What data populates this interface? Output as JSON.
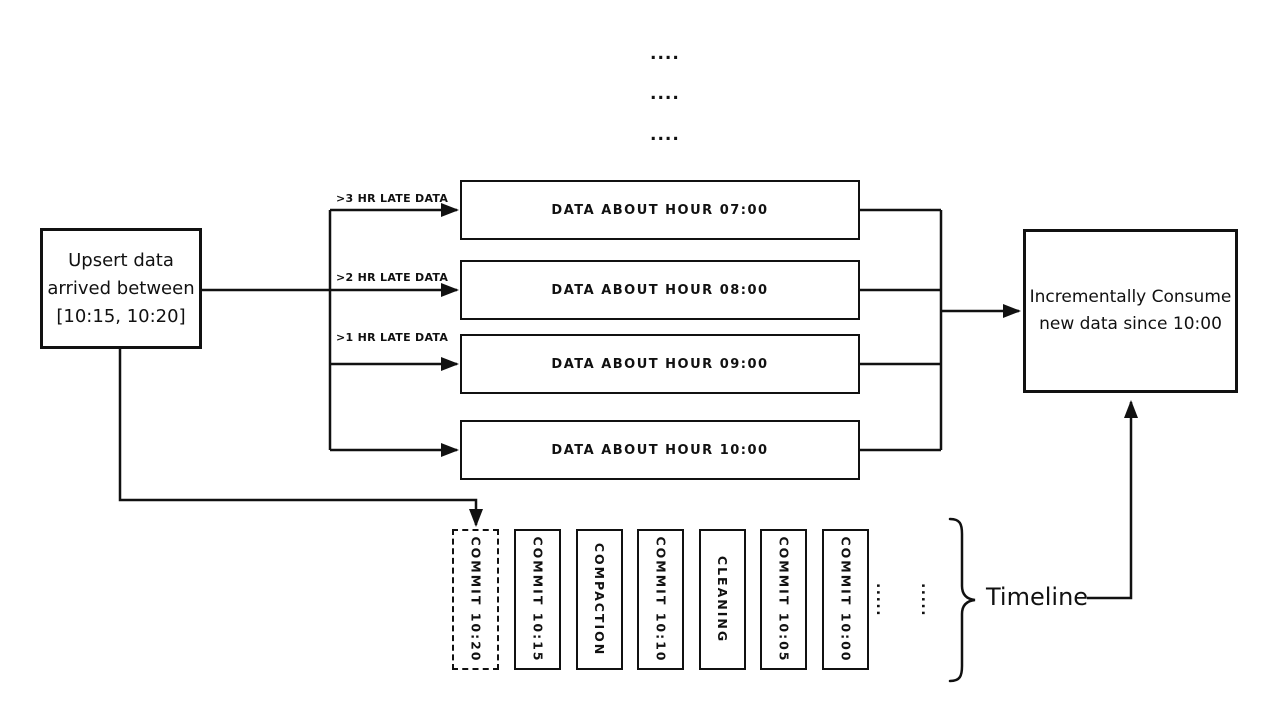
{
  "diagram": {
    "title_hint": "Incremental data consumption with commit timeline",
    "colors": {
      "ink": "#111111",
      "background": "#ffffff"
    },
    "top_ellipsis": {
      "row1": "....",
      "row2": "....",
      "row3": "...."
    },
    "upsert_box": {
      "line1": "Upsert data",
      "line2": "arrived between",
      "line3": "[10:15, 10:20]"
    },
    "late_labels": [
      ">3 HR LATE DATA",
      ">2 HR LATE DATA",
      ">1 HR LATE DATA"
    ],
    "hour_boxes": [
      "DATA ABOUT HOUR 07:00",
      "DATA ABOUT HOUR 08:00",
      "DATA ABOUT HOUR 09:00",
      "DATA ABOUT HOUR 10:00"
    ],
    "consume_box": {
      "line1": "Incrementally Consume",
      "line2": "new data since 10:00"
    },
    "timeline": {
      "commits": [
        {
          "label": "COMMIT  10:20",
          "dashed": true
        },
        {
          "label": "COMMIT  10:15",
          "dashed": false
        },
        {
          "label": "COMPACTION",
          "dashed": false
        },
        {
          "label": "COMMIT  10:10",
          "dashed": false
        },
        {
          "label": "CLEANING",
          "dashed": false
        },
        {
          "label": "COMMIT  10:05",
          "dashed": false
        },
        {
          "label": "COMMIT  10:00",
          "dashed": false
        }
      ],
      "ellipsis_columns": [
        ".....",
        "....."
      ],
      "label": "Timeline"
    }
  }
}
